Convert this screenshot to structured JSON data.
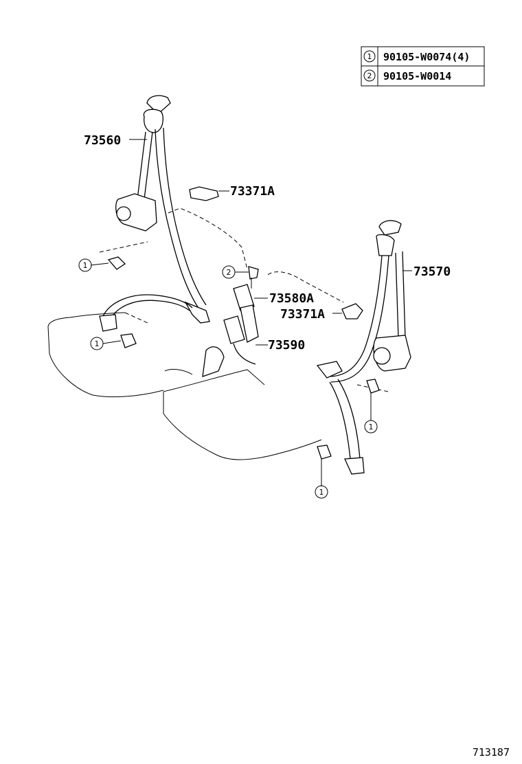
{
  "fastener_table": {
    "rows": [
      {
        "key": "1",
        "part_number": "90105-W0074(4)"
      },
      {
        "key": "2",
        "part_number": "90105-W0014"
      }
    ]
  },
  "parts": {
    "belt_left": "73560",
    "belt_right": "73570",
    "guide_upper": "73371A",
    "guide_lower": "73371A",
    "buckle_upper": "73580A",
    "buckle_lower": "73590"
  },
  "callouts": {
    "c_left_top": "1",
    "c_left_bottom": "1",
    "c_center": "2",
    "c_right_upper": "1",
    "c_right_lower": "1"
  },
  "diagram_ref": "713187"
}
